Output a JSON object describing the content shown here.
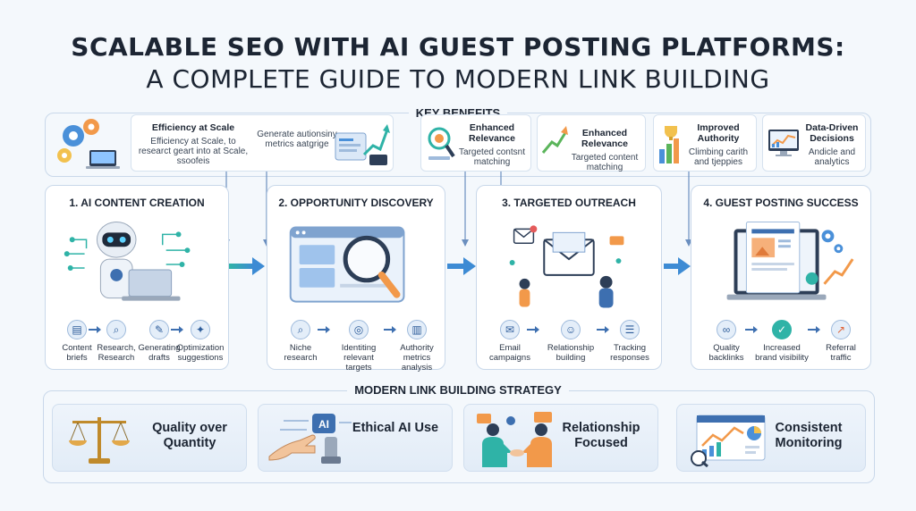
{
  "title": {
    "line1": "SCALABLE SEO WITH AI GUEST POSTING PLATFORMS:",
    "line2": "A COMPLETE GUIDE TO MODERN LINK BUILDING"
  },
  "key_benefits": {
    "heading": "KEY BENEFITS",
    "items": [
      {
        "title": "Efficiency at Scale",
        "desc": "Efficiency at Scale, to researct geart into at Scale, ssoofeis",
        "icon": "gears-icon"
      },
      {
        "title": "",
        "desc": "Generate autionsiny metrics aatgrige",
        "icon": "dashboard-chart-icon"
      },
      {
        "title": "Enhanced Relevance",
        "desc": "Targeted contsnt matching",
        "icon": "magnifier-target-icon"
      },
      {
        "title": "Enhanced Relevance",
        "desc": "Targeted content matching",
        "icon": "growth-arrow-icon"
      },
      {
        "title": "Improved Authority",
        "desc": "Climbing carith and tjeppies",
        "icon": "trophy-chart-icon"
      },
      {
        "title": "Data-Driven Decisions",
        "desc": "Andicle and analytics",
        "icon": "analytics-monitor-icon"
      }
    ]
  },
  "process": [
    {
      "heading": "1. AI CONTENT CREATION",
      "steps": [
        {
          "label": "Content briefs",
          "icon": "doc-icon"
        },
        {
          "label": "Research, Research",
          "icon": "search-icon"
        },
        {
          "label": "Generating drafts",
          "icon": "pencil-doc-icon"
        },
        {
          "label": "Optimization suggestions",
          "icon": "sparkle-chart-icon"
        }
      ]
    },
    {
      "heading": "2. OPPORTUNITY DISCOVERY",
      "steps": [
        {
          "label": "Niche research",
          "icon": "search-icon"
        },
        {
          "label": "Identiting relevant targets",
          "icon": "target-icon"
        },
        {
          "label": "Authority metrics analysis",
          "icon": "bar-chart-icon"
        }
      ]
    },
    {
      "heading": "3. TARGETED OUTREACH",
      "steps": [
        {
          "label": "Email campaigns",
          "icon": "email-icon"
        },
        {
          "label": "Relationship building",
          "icon": "people-icon"
        },
        {
          "label": "Tracking responses",
          "icon": "list-icon"
        }
      ]
    },
    {
      "heading": "4. GUEST POSTING SUCCESS",
      "steps": [
        {
          "label": "Quality backlinks",
          "icon": "link-icon"
        },
        {
          "label": "Increased brand visibility",
          "icon": "check-icon"
        },
        {
          "label": "Referral traffic",
          "icon": "trend-icon"
        }
      ]
    }
  ],
  "strategy": {
    "heading": "MODERN LINK BUILDING STRATEGY",
    "items": [
      {
        "label": "Quality over Quantity",
        "icon": "scale-balance-icon"
      },
      {
        "label": "Ethical AI Use",
        "icon": "ai-hand-icon"
      },
      {
        "label": "Relationship Focused",
        "icon": "handshake-icon"
      },
      {
        "label": "Consistent Monitoring",
        "icon": "monitoring-dashboard-icon"
      }
    ],
    "ai_badge": "AI"
  },
  "colors": {
    "accent_blue": "#3d6fb0",
    "accent_teal": "#2fb3a7",
    "accent_orange": "#f2994a",
    "panel_border": "#c9d8ea"
  }
}
